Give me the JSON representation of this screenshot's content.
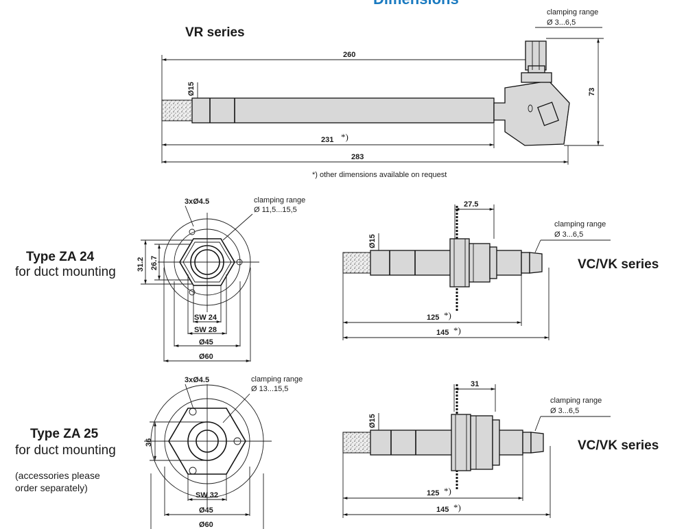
{
  "title": "Dimensions",
  "units_note": "*) other dimensions available on request",
  "vr": {
    "heading": "VR series",
    "clamp_label": "clamping range",
    "clamp_value": "Ø 3...6,5",
    "dim_260": "260",
    "dim_diam15": "Ø15",
    "dim_231": "231",
    "dim_283": "283",
    "dim_73": "73",
    "star": "*)"
  },
  "za24": {
    "heading": "Type ZA 24",
    "subheading": "for duct mounting",
    "holes": "3xØ4.5",
    "clamp_label": "clamping range",
    "clamp_value": "Ø 11,5...15,5",
    "dim_31_2": "31.2",
    "dim_26_7": "26.7",
    "sw24": "SW 24",
    "sw28": "SW 28",
    "d45": "Ø45",
    "d60": "Ø60"
  },
  "vc1": {
    "heading": "VC/VK series",
    "dim_27_5": "27.5",
    "dim_diam15": "Ø15",
    "clamp_label": "clamping range",
    "clamp_value": "Ø 3...6,5",
    "dim_125": "125",
    "dim_145": "145",
    "star": "*)"
  },
  "za25": {
    "heading": "Type ZA 25",
    "subheading": "for duct mounting",
    "note_line1": "(accessories please",
    "note_line2": "order separately)",
    "holes": "3xØ4.5",
    "clamp_label": "clamping range",
    "clamp_value": "Ø 13...15,5",
    "dim_36": "36",
    "sw32": "SW 32",
    "d45": "Ø45",
    "d60": "Ø60"
  },
  "vc2": {
    "heading": "VC/VK series",
    "dim_31": "31",
    "dim_diam15": "Ø15",
    "clamp_label": "clamping range",
    "clamp_value": "Ø 3...6,5",
    "dim_125": "125",
    "dim_145": "145",
    "star": "*)"
  }
}
